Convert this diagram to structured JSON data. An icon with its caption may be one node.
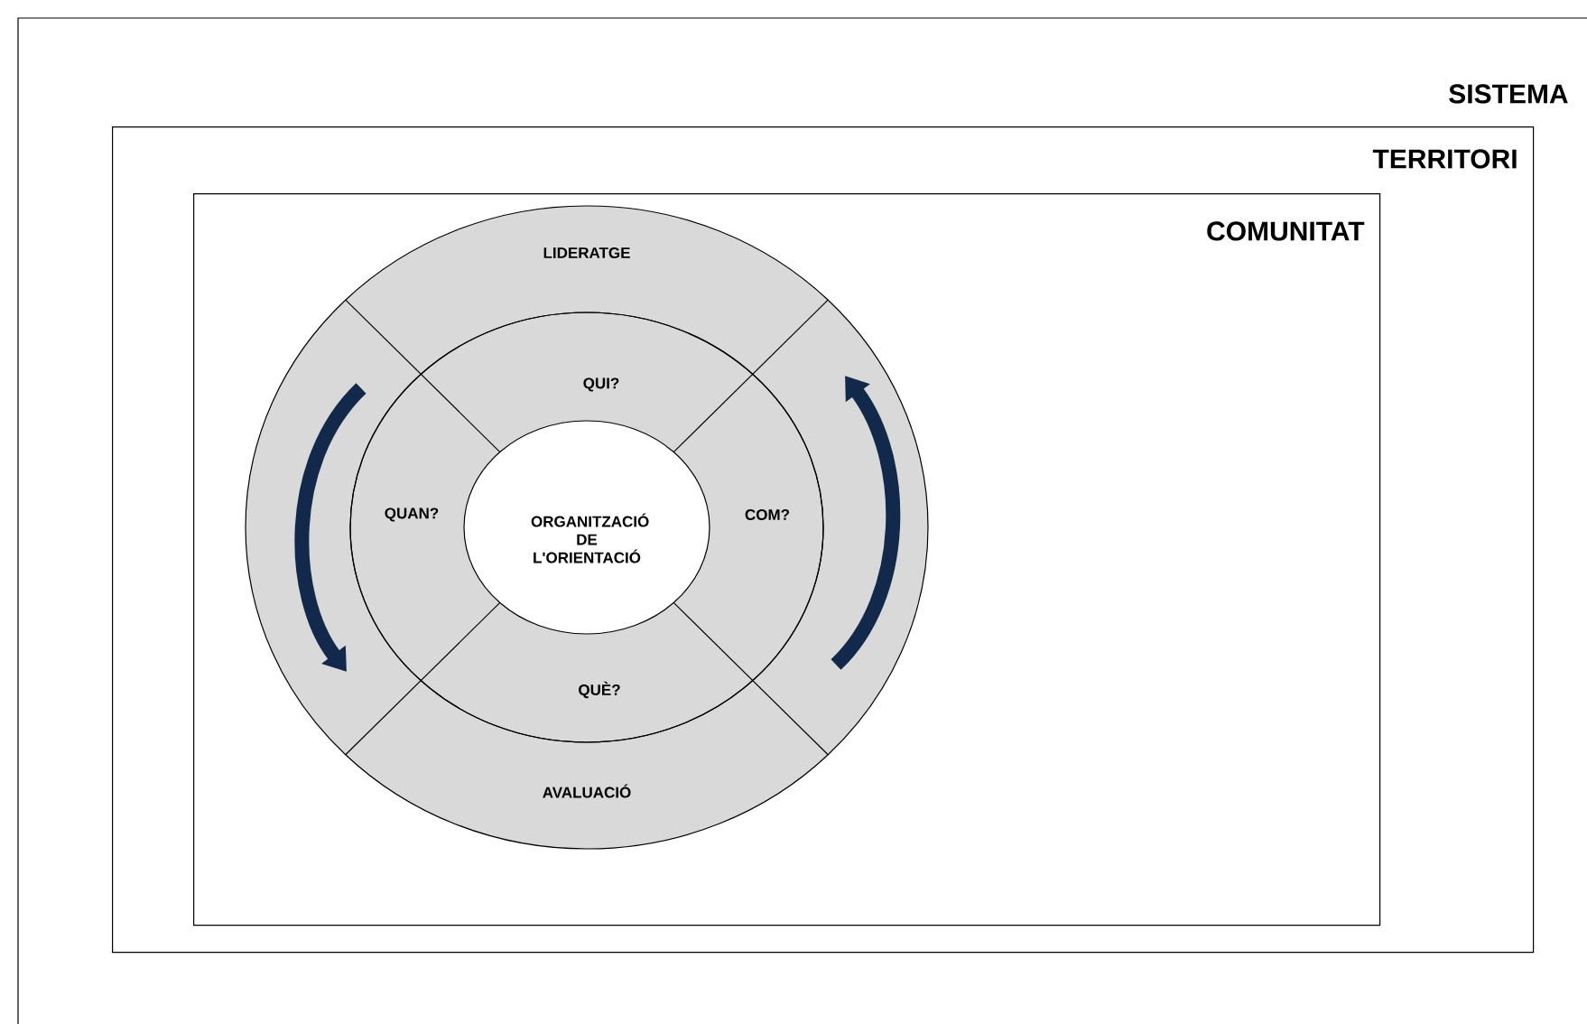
{
  "diagram": {
    "nodes": [
      {
        "text": [
          "SISTEMA"
        ]
      },
      {
        "text": [
          "TERRITORI"
        ],
        "in": 0
      },
      {
        "text": [
          "COMUNITAT"
        ],
        "in": 1
      },
      {
        "text": [
          "LIDERATGE",
          "AVALUACIÓ"
        ],
        "in": 2
      },
      {
        "text": [
          "QUI?",
          "COM?",
          "QUÈ?",
          "QUAN?"
        ],
        "in": 3
      },
      {
        "text": [
          "ORGANITZACIÓ DE L'ORIENTACIÓ"
        ],
        "in": 4
      }
    ]
  }
}
